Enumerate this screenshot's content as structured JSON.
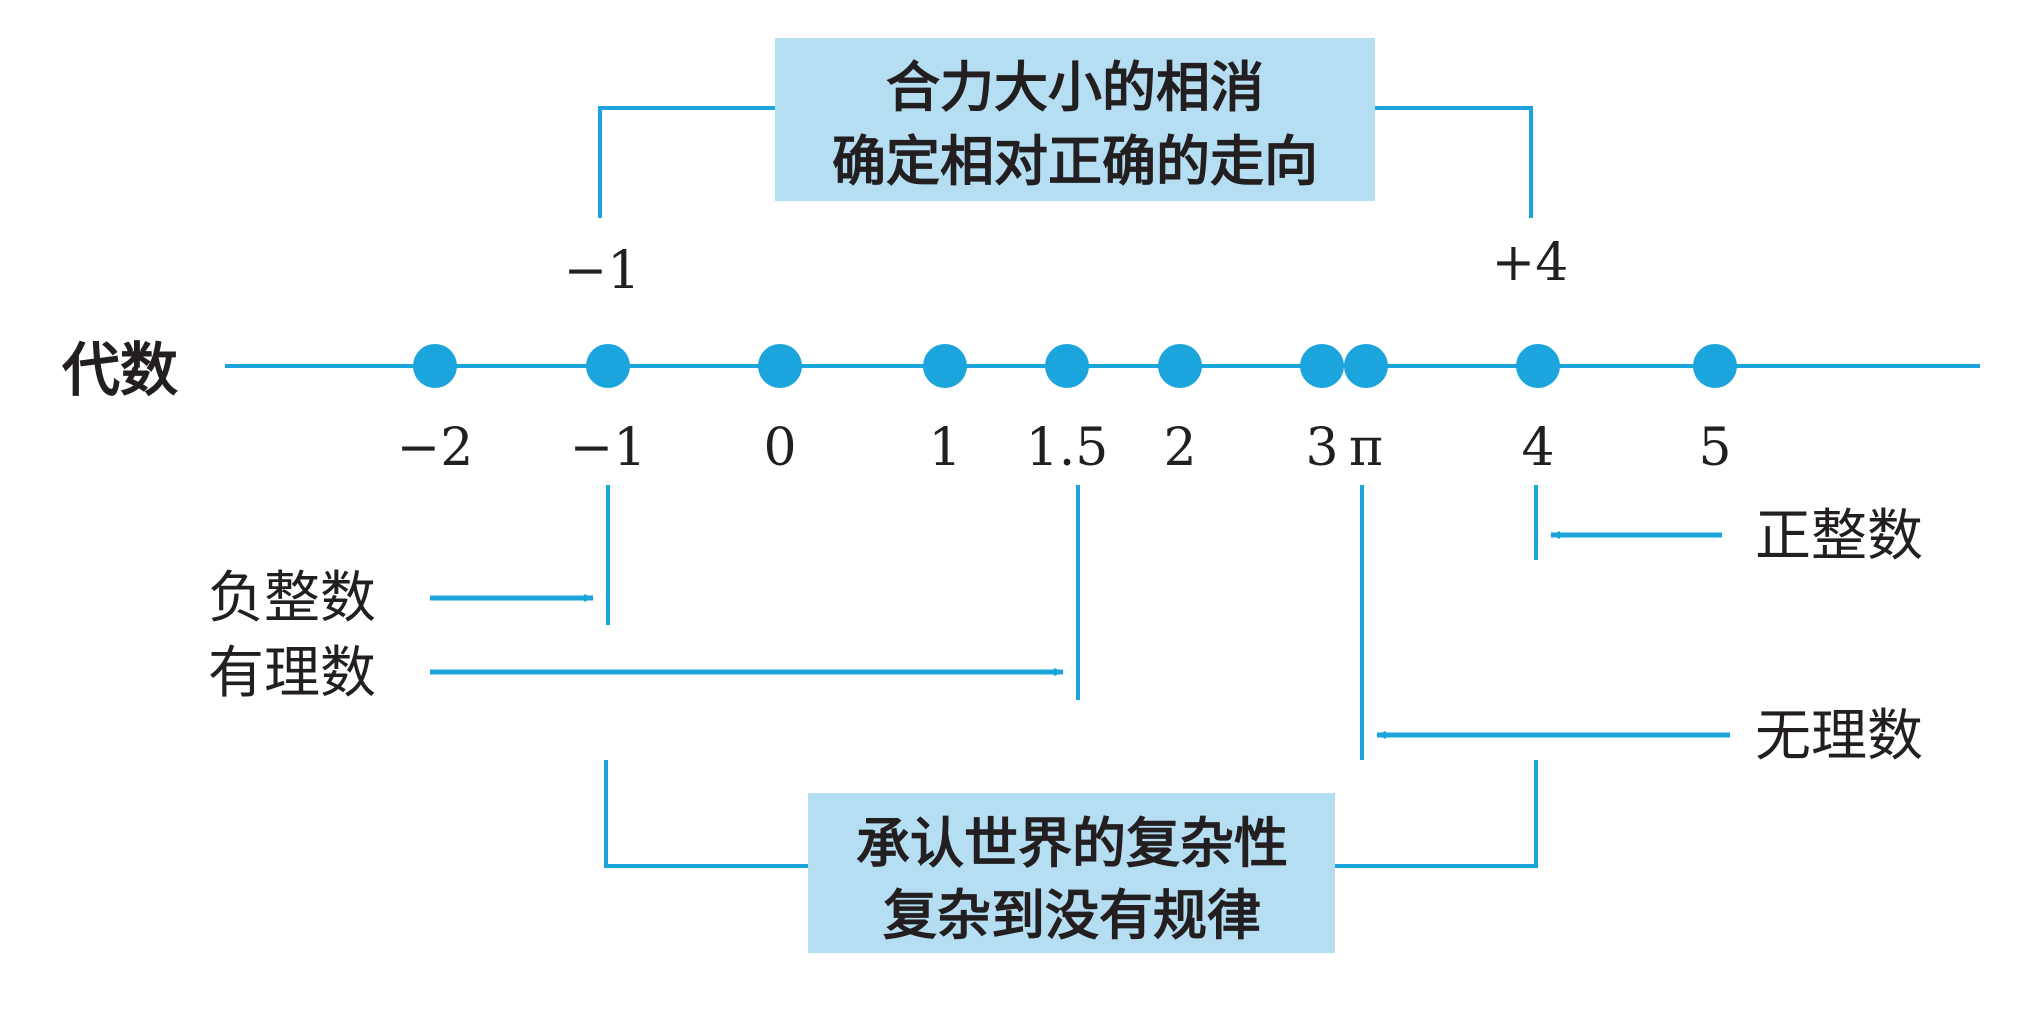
{
  "colors": {
    "line": "#1ca4dc",
    "box_fill": "#b5def3",
    "text": "#231f20"
  },
  "axis_label": "代数",
  "number_line": {
    "points": [
      {
        "value": -2,
        "label": "−2"
      },
      {
        "value": -1,
        "label": "−1"
      },
      {
        "value": 0,
        "label": "0"
      },
      {
        "value": 1,
        "label": "1"
      },
      {
        "value": 1.5,
        "label": "1.5"
      },
      {
        "value": 2,
        "label": "2"
      },
      {
        "value": 3,
        "label": "3"
      },
      {
        "value": 3.14159,
        "label": "π"
      },
      {
        "value": 4,
        "label": "4"
      },
      {
        "value": 5,
        "label": "5"
      }
    ]
  },
  "top_labels": {
    "left": "−1",
    "right": "+4"
  },
  "top_box": {
    "line1": "合力大小的相消",
    "line2": "确定相对正确的走向"
  },
  "bottom_box": {
    "line1": "承认世界的复杂性",
    "line2": "复杂到没有规律"
  },
  "categories": {
    "negative_integer": "负整数",
    "rational": "有理数",
    "positive_integer": "正整数",
    "irrational": "无理数"
  }
}
